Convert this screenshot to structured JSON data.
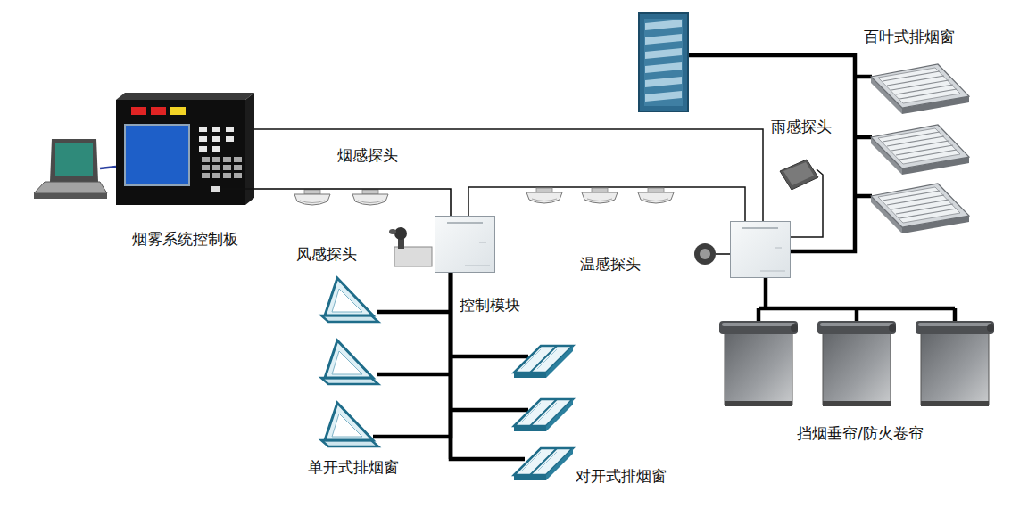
{
  "diagram": {
    "nodes": [
      {
        "text": [
          "烟雾系统控制板"
        ]
      },
      {
        "text": [
          "烟感探头"
        ]
      },
      {
        "text": [
          "风感探头"
        ]
      },
      {
        "text": [
          "控制模块"
        ]
      },
      {
        "text": [
          "温感探头"
        ]
      },
      {
        "text": [
          "雨感探头"
        ]
      },
      {
        "text": [
          "百叶式排烟窗"
        ]
      },
      {
        "text": [
          "挡烟垂帘/防火卷帘"
        ]
      },
      {
        "text": [
          "单开式排烟窗"
        ]
      },
      {
        "text": [
          "对开式排烟窗"
        ]
      }
    ],
    "edges": [
      {
        "from": 0,
        "to": 3,
        "arrow": "none"
      },
      {
        "from": 3,
        "to": 8,
        "arrow": "none"
      },
      {
        "from": 3,
        "to": 9,
        "arrow": "none"
      }
    ]
  }
}
